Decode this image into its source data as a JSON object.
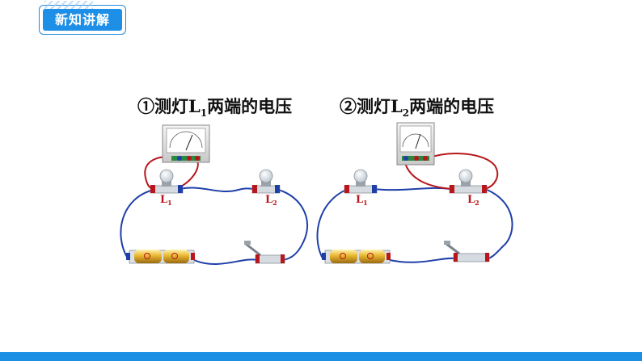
{
  "badge": {
    "label": "新知讲解"
  },
  "panels": [
    {
      "number": "①",
      "prefix": "测灯",
      "lamp": "L",
      "sub": "1",
      "suffix": "两端的电压",
      "lamp1_label": "L",
      "lamp1_sub": "1",
      "lamp2_label": "L",
      "lamp2_sub": "2"
    },
    {
      "number": "②",
      "prefix": "测灯",
      "lamp": "L",
      "sub": "2",
      "suffix": "两端的电压",
      "lamp1_label": "L",
      "lamp1_sub": "1",
      "lamp2_label": "L",
      "lamp2_sub": "2"
    }
  ],
  "colors": {
    "wire_blue": "#1f3fa8",
    "wire_red": "#b8161b",
    "accent": "#1e8fe6",
    "lamp_label": "#b8161b"
  },
  "icons": [
    "voltmeter-icon",
    "lamp-icon",
    "battery-icon",
    "switch-icon"
  ]
}
